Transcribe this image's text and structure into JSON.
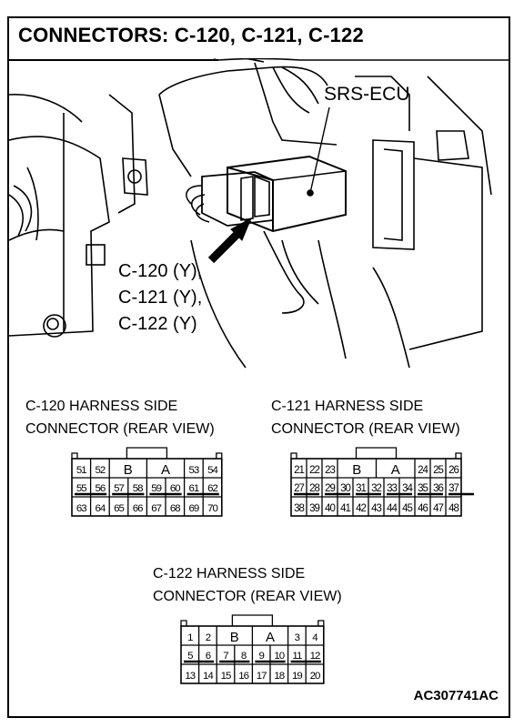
{
  "title": "CONNECTORS: C-120, C-121, C-122",
  "photo": {
    "ecu_label": "SRS-ECU",
    "connector_labels": [
      "C-120 (Y),",
      "C-121 (Y),",
      "C-122 (Y)"
    ]
  },
  "connectors": [
    {
      "id": "c120",
      "header": [
        "C-120 HARNESS SIDE",
        "CONNECTOR (REAR VIEW)"
      ],
      "row1_left": [
        "51",
        "52"
      ],
      "keys": [
        "B",
        "A"
      ],
      "row1_right": [
        "53",
        "54"
      ],
      "row2": [
        "55",
        "56",
        "57",
        "58",
        "59",
        "60",
        "61",
        "62"
      ],
      "row3": [
        "63",
        "64",
        "65",
        "66",
        "67",
        "68",
        "69",
        "70"
      ]
    },
    {
      "id": "c121",
      "header": [
        "C-121 HARNESS SIDE",
        "CONNECTOR (REAR VIEW)"
      ],
      "row1_left": [
        "21",
        "22",
        "23"
      ],
      "keys": [
        "B",
        "A"
      ],
      "row1_right": [
        "24",
        "25",
        "26"
      ],
      "row2": [
        "27",
        "28",
        "29",
        "30",
        "31",
        "32",
        "33",
        "34",
        "35",
        "36",
        "37"
      ],
      "row3": [
        "38",
        "39",
        "40",
        "41",
        "42",
        "43",
        "44",
        "45",
        "46",
        "47",
        "48"
      ]
    },
    {
      "id": "c122",
      "header": [
        "C-122 HARNESS SIDE",
        "CONNECTOR (REAR VIEW)"
      ],
      "row1_left": [
        "1",
        "2"
      ],
      "keys": [
        "B",
        "A"
      ],
      "row1_right": [
        "3",
        "4"
      ],
      "row2": [
        "5",
        "6",
        "7",
        "8",
        "9",
        "10",
        "11",
        "12"
      ],
      "row3": [
        "13",
        "14",
        "15",
        "16",
        "17",
        "18",
        "19",
        "20"
      ]
    }
  ],
  "figure_code": "AC307741AC"
}
